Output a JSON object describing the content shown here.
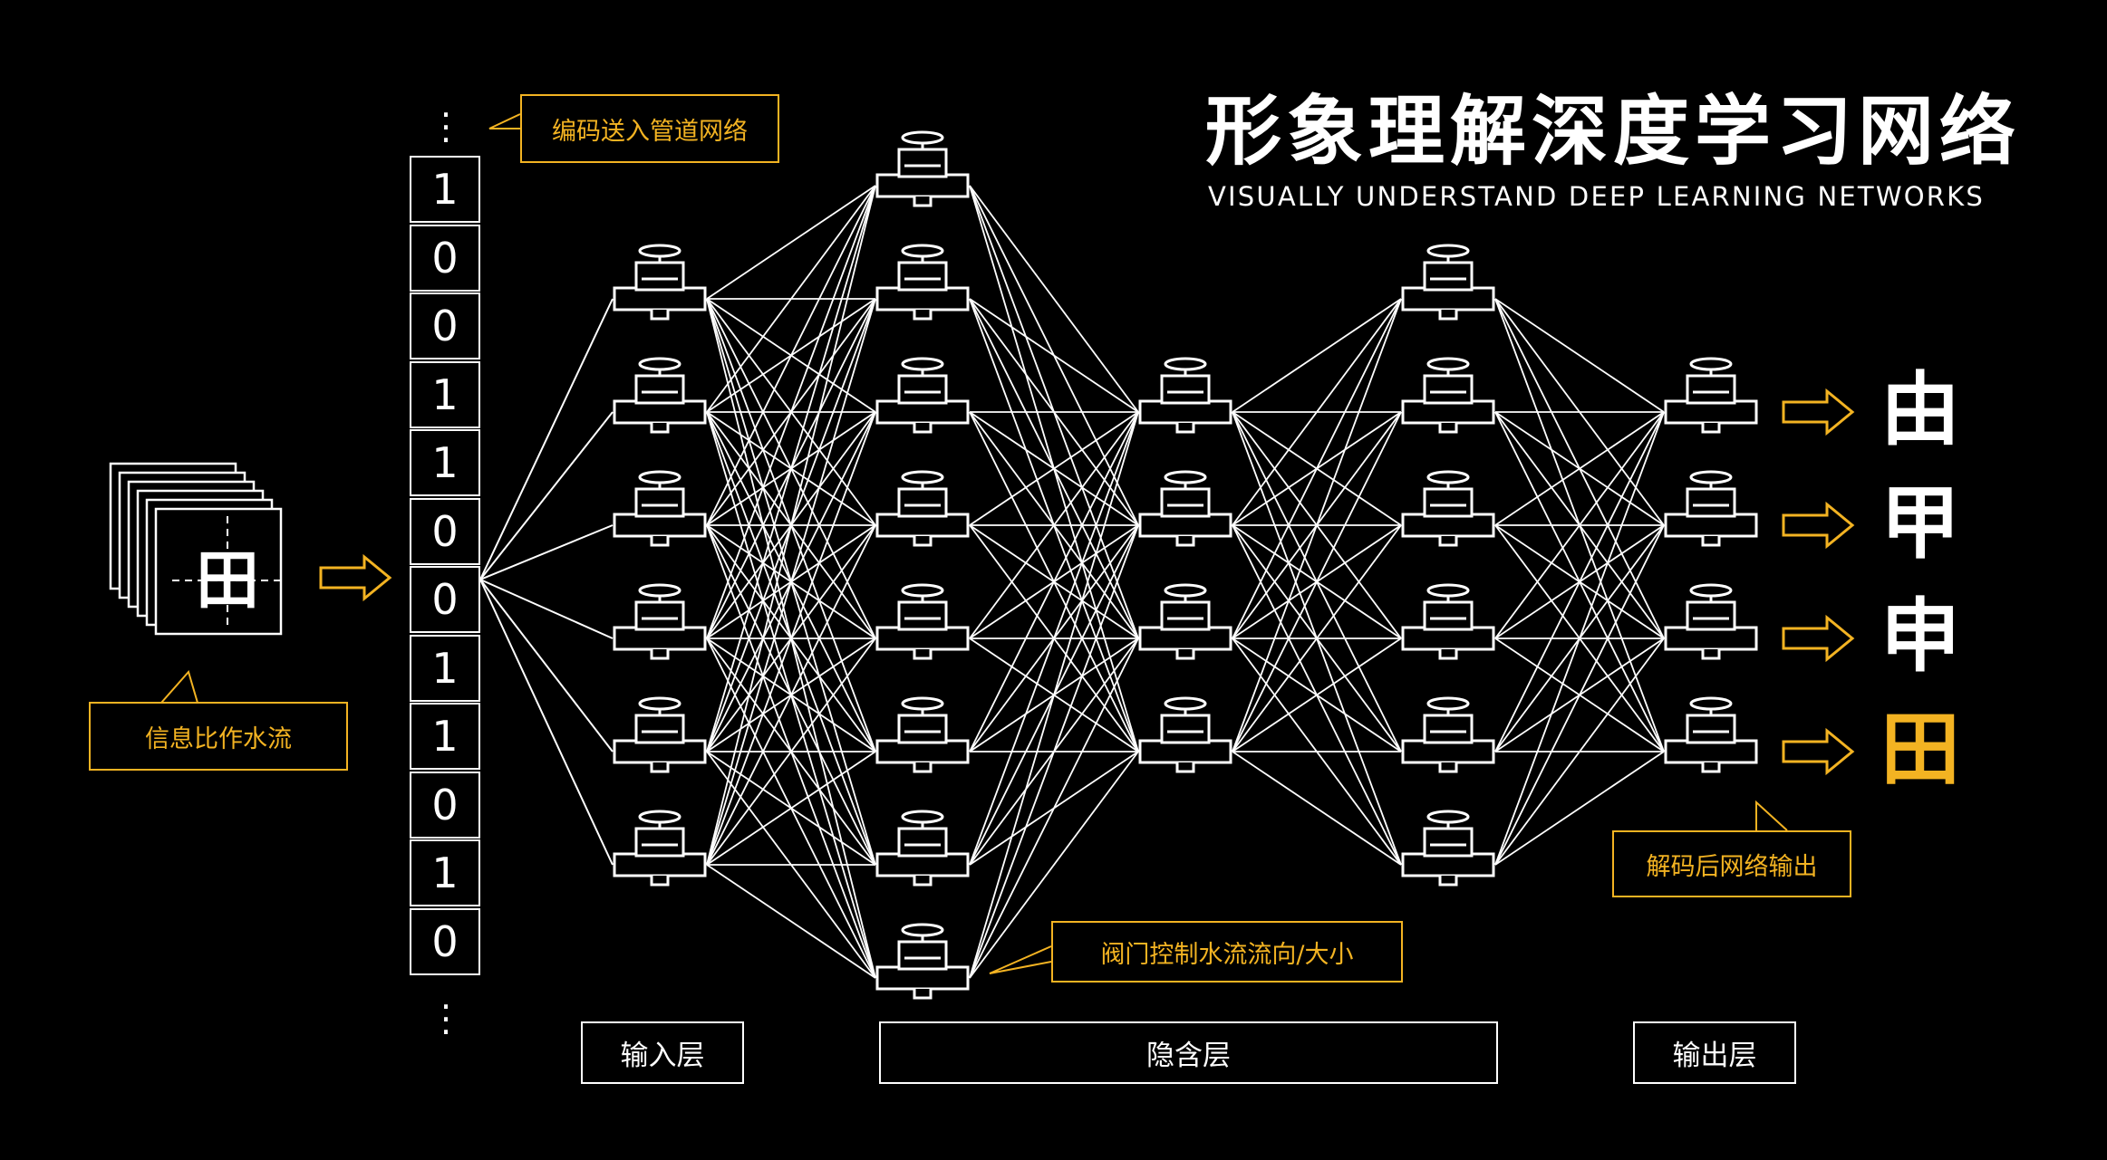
{
  "title": "形象理解深度学习网络",
  "subtitle": "VISUALLY UNDERSTAND DEEP LEARNING NETWORKS",
  "callouts": {
    "encode": "编码送入管道网络",
    "water": "信息比作水流",
    "valve": "阀门控制水流流向/大小",
    "decode": "解码后网络输出"
  },
  "layers": {
    "input": "输入层",
    "hidden": "隐含层",
    "output": "输出层"
  },
  "input_glyph": "田",
  "bits": [
    "1",
    "0",
    "0",
    "1",
    "1",
    "0",
    "0",
    "1",
    "1",
    "0",
    "1",
    "0"
  ],
  "outputs": [
    {
      "char": "由",
      "highlight": false
    },
    {
      "char": "甲",
      "highlight": false
    },
    {
      "char": "申",
      "highlight": false
    },
    {
      "char": "田",
      "highlight": true
    }
  ],
  "colors": {
    "background": "#000000",
    "line": "#ffffff",
    "accent": "#f3b322"
  }
}
